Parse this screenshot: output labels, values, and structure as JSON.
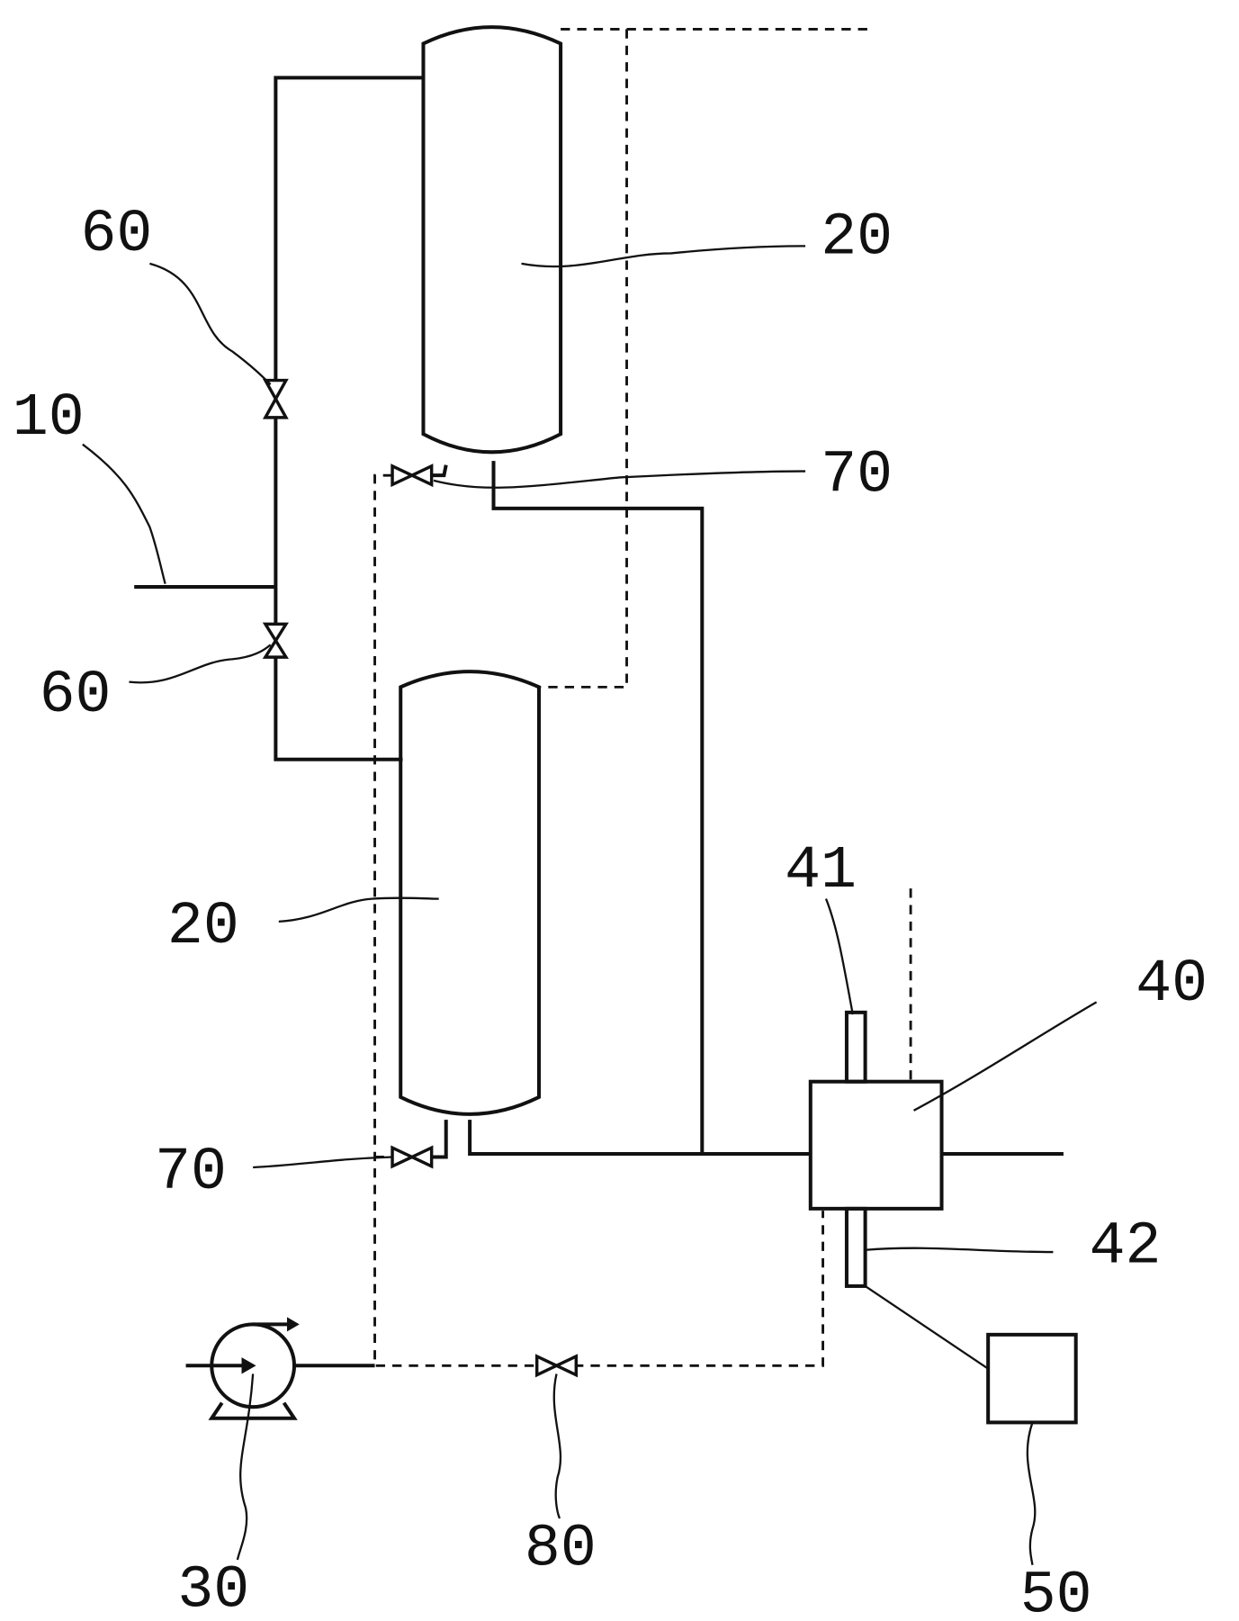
{
  "labels": {
    "upper_tank": "20",
    "lower_tank": "20",
    "valve_60_upper": "60",
    "valve_60_lower": "60",
    "feed_line": "10",
    "valve_70_upper": "70",
    "valve_70_lower": "70",
    "pump": "30",
    "valve_80": "80",
    "unit_40": "40",
    "port_41": "41",
    "port_42": "42",
    "box_50": "50"
  },
  "colors": {
    "line": "#111111",
    "background": "#ffffff"
  }
}
